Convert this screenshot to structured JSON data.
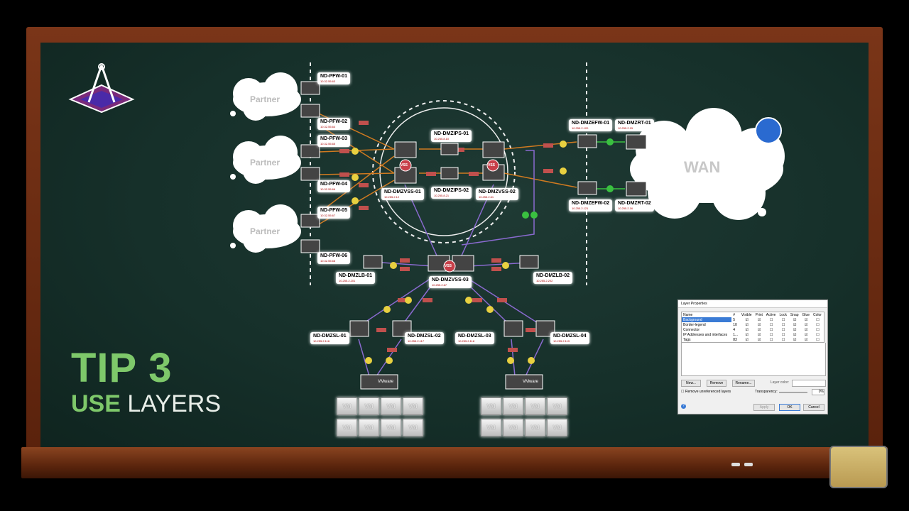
{
  "tip": {
    "line1": "TIP 3",
    "line2_a": "USE",
    "line2_b": "LAYERS"
  },
  "clouds": {
    "partner1": "Partner",
    "partner2": "Partner",
    "partner3": "Partner",
    "wan": "WAN"
  },
  "devices": [
    {
      "name": "ND-PFW-01",
      "ip": "10.32.55.63"
    },
    {
      "name": "ND-PFW-02",
      "ip": "10.32.55.64"
    },
    {
      "name": "ND-PFW-03",
      "ip": "10.32.55.65"
    },
    {
      "name": "ND-PFW-04",
      "ip": "10.32.55.66"
    },
    {
      "name": "ND-PFW-05",
      "ip": "10.32.55.67"
    },
    {
      "name": "ND-PFW-06",
      "ip": "10.32.55.68"
    },
    {
      "name": "ND-DMZIPS-01",
      "ip": "10.255.8.10"
    },
    {
      "name": "ND-DMZIPS-02",
      "ip": "10.255.8.21"
    },
    {
      "name": "ND-DMZVSS-01",
      "ip": "10.255.2.12"
    },
    {
      "name": "ND-DMZVSS-02",
      "ip": "10.255.2.61"
    },
    {
      "name": "ND-DMZEFW-01",
      "ip": "10.255.2.120"
    },
    {
      "name": "ND-DMZEFW-02",
      "ip": "10.255.2.121"
    },
    {
      "name": "ND-DMZRT-01",
      "ip": "10.255.2.15"
    },
    {
      "name": "ND-DMZRT-02",
      "ip": "10.255.2.16"
    },
    {
      "name": "ND-DMZLB-01",
      "ip": "10.255.2.201"
    },
    {
      "name": "ND-DMZLB-02",
      "ip": "10.255.2.202"
    },
    {
      "name": "ND-DMZVSS-03",
      "ip": "10.255.2.67"
    },
    {
      "name": "ND-DMZSL-01",
      "ip": "10.255.2.116"
    },
    {
      "name": "ND-DMZSL-02",
      "ip": "10.255.2.117"
    },
    {
      "name": "ND-DMZSL-03",
      "ip": "10.255.2.118"
    },
    {
      "name": "ND-DMZSL-04",
      "ip": "10.255.2.119"
    }
  ],
  "vss_badge": "VSS",
  "vm_label": "VM",
  "vmware_label": "VMware",
  "dialog": {
    "title": "Layer Properties",
    "columns": [
      "Name",
      "#",
      "Visible",
      "Print",
      "Active",
      "Lock",
      "Snap",
      "Glue",
      "Color"
    ],
    "rows": [
      {
        "name": "Background",
        "count": "5"
      },
      {
        "name": "Border-legend",
        "count": "10"
      },
      {
        "name": "Connector",
        "count": "4"
      },
      {
        "name": "IP Addresses and interfaces",
        "count": "1..."
      },
      {
        "name": "Tags",
        "count": "83"
      }
    ],
    "new_btn": "New...",
    "remove_btn": "Remove",
    "rename_btn": "Rename...",
    "layer_color": "Layer color:",
    "remove_unref": "Remove unreferenced layers",
    "transparency": "Transparency:",
    "transparency_val": "0%",
    "apply_btn": "Apply",
    "ok_btn": "OK",
    "cancel_btn": "Cancel"
  }
}
